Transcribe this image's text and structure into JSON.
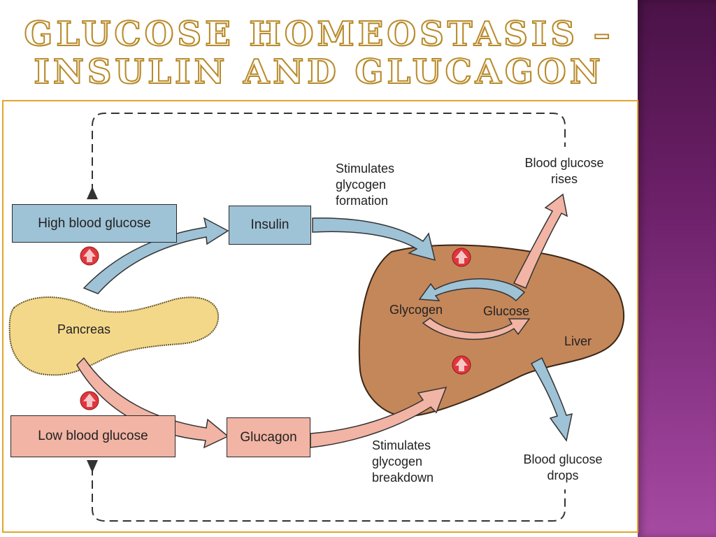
{
  "title": {
    "line1": "GLUCOSE  HOMEOSTASIS –",
    "line2": "INSULIN AND GLUCAGON"
  },
  "diagram": {
    "high_blood_glucose": "High blood glucose",
    "low_blood_glucose": "Low blood glucose",
    "insulin": "Insulin",
    "glucagon": "Glucagon",
    "pancreas": "Pancreas",
    "liver": "Liver",
    "glycogen": "Glycogen",
    "glucose": "Glucose",
    "stimulates_formation": [
      "Stimulates",
      "glycogen",
      "formation"
    ],
    "stimulates_breakdown": [
      "Stimulates",
      "glycogen",
      "breakdown"
    ],
    "blood_glucose_rises": [
      "Blood glucose",
      "rises"
    ],
    "blood_glucose_drops": [
      "Blood glucose",
      "drops"
    ]
  },
  "colors": {
    "title_outline": "#b88a2a",
    "frame_border": "#e0a52c",
    "blue_box": "#9ec2d6",
    "pink_box": "#f2b4a4",
    "liver": "#c4875a",
    "pancreas": "#f4d88a",
    "purple_band": "#7a2a76"
  }
}
